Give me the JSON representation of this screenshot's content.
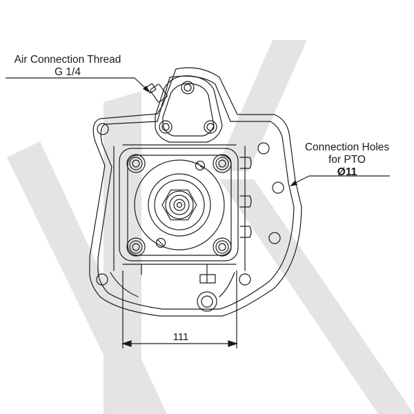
{
  "air_connection": {
    "line1": "Air Connection Thread",
    "line2": "G 1/4"
  },
  "pto_holes": {
    "line1": "Connection Holes",
    "line2": "for PTO",
    "line3": "Ø11"
  },
  "dimension": {
    "value": "111"
  },
  "colors": {
    "line": "#1a1a1a",
    "watermark": "#e4e4e4",
    "background": "#ffffff"
  }
}
